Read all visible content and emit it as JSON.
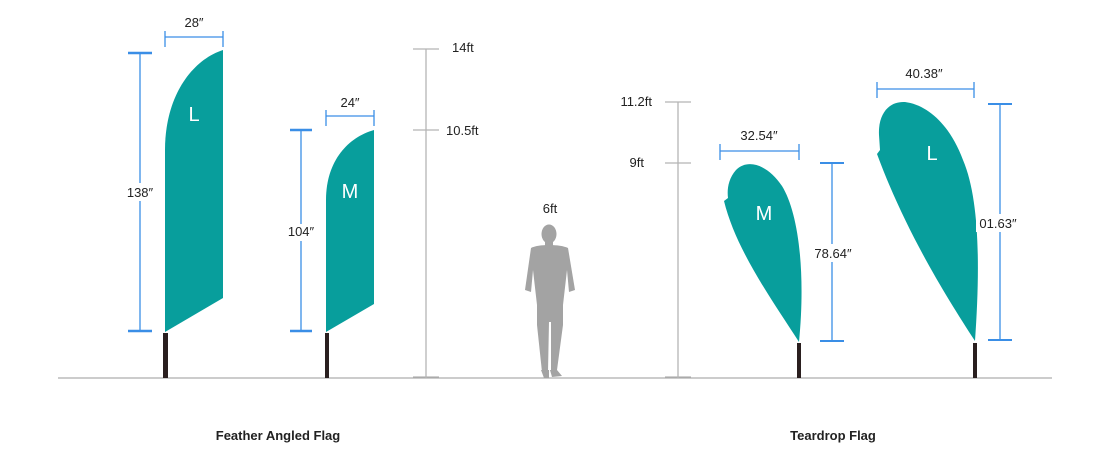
{
  "colors": {
    "flag": "#089e9c",
    "dimension_line": "#3a8ee6",
    "scale_line": "#b5b5b5",
    "pole": "#2a1f1f",
    "person": "#a3a3a3"
  },
  "feather": {
    "caption": "Feather Angled Flag",
    "large": {
      "letter": "L",
      "width": "28″",
      "height": "138″"
    },
    "medium": {
      "letter": "M",
      "width": "24″",
      "height": "104″"
    }
  },
  "scale_left": {
    "top": "14ft",
    "mid": "10.5ft"
  },
  "person": {
    "label": "6ft"
  },
  "scale_right": {
    "top": "11.2ft",
    "mid": "9ft"
  },
  "teardrop": {
    "caption": "Teardrop Flag",
    "medium": {
      "letter": "M",
      "width": "32.54″",
      "height": "78.64″"
    },
    "large": {
      "letter": "L",
      "width": "40.38″",
      "height": "01.63″"
    }
  }
}
